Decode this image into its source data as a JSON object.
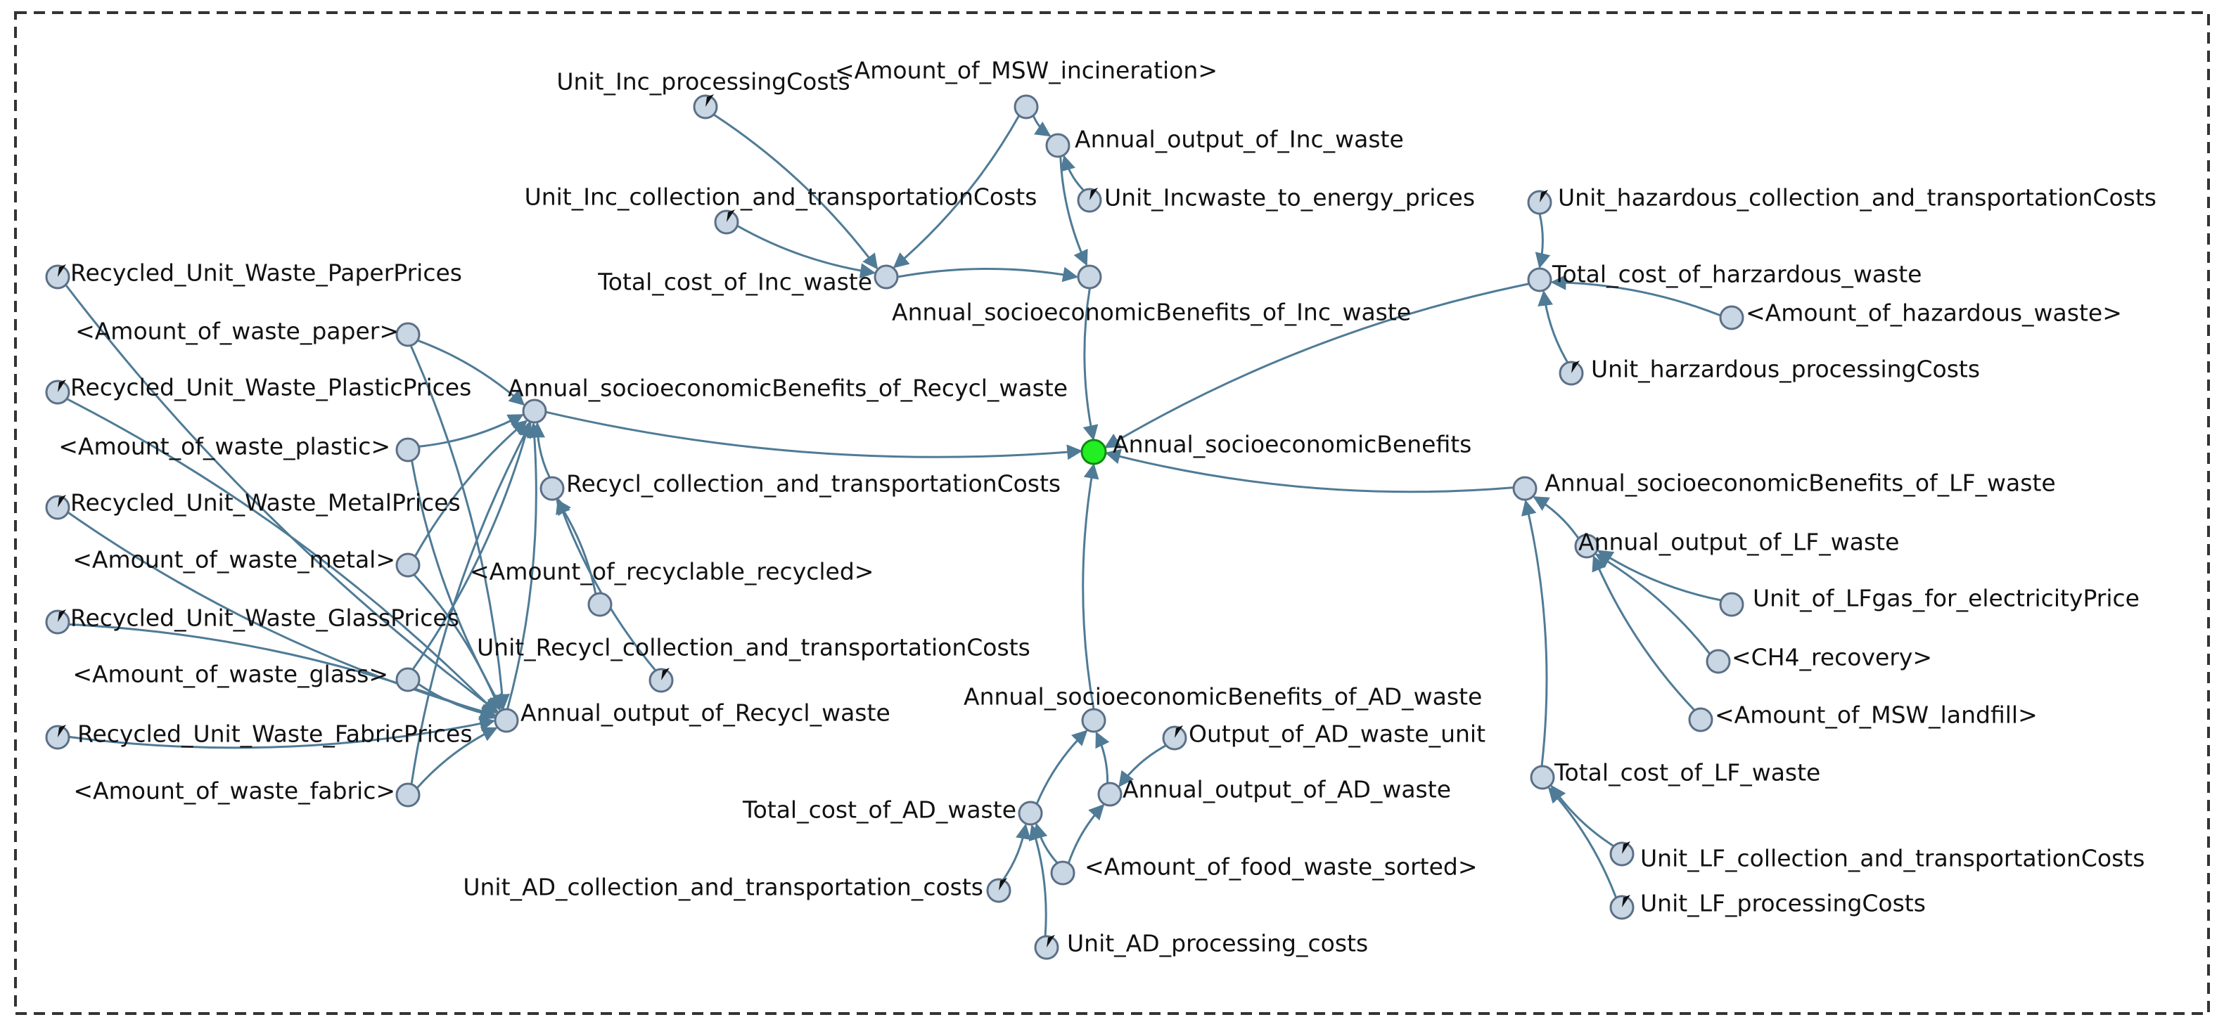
{
  "diagram": {
    "center_node_color": "#22ee22",
    "node_color": "#c9d6e3",
    "node_stroke": "#5b6f86",
    "edge_color": "#4f7b96",
    "nodes": [
      {
        "id": "unit_inc_proc",
        "label": "Unit_Inc_processingCosts",
        "kind": "constant"
      },
      {
        "id": "amt_msw_inc",
        "label": "<Amount_of_MSW_incineration>",
        "kind": "shadow"
      },
      {
        "id": "ann_out_inc",
        "label": "Annual_output_of_Inc_waste",
        "kind": "aux"
      },
      {
        "id": "unit_inc_coll",
        "label": "Unit_Inc_collection_and_transportationCosts",
        "kind": "constant"
      },
      {
        "id": "unit_inc_energy",
        "label": "Unit_Incwaste_to_energy_prices",
        "kind": "constant"
      },
      {
        "id": "total_cost_inc",
        "label": "Total_cost_of_Inc_waste",
        "kind": "aux"
      },
      {
        "id": "ann_ben_inc",
        "label": "Annual_socioeconomicBenefits_of_Inc_waste",
        "kind": "aux"
      },
      {
        "id": "unit_haz_coll",
        "label": "Unit_hazardous_collection_and_transportationCosts",
        "kind": "constant"
      },
      {
        "id": "total_cost_haz",
        "label": "Total_cost_of_harzardous_waste",
        "kind": "aux"
      },
      {
        "id": "amt_haz",
        "label": "<Amount_of_hazardous_waste>",
        "kind": "shadow"
      },
      {
        "id": "unit_haz_proc",
        "label": "Unit_harzardous_processingCosts",
        "kind": "constant"
      },
      {
        "id": "rec_paper_price",
        "label": "Recycled_Unit_Waste_PaperPrices",
        "kind": "constant"
      },
      {
        "id": "amt_paper",
        "label": "<Amount_of_waste_paper>",
        "kind": "shadow"
      },
      {
        "id": "rec_plastic_price",
        "label": "Recycled_Unit_Waste_PlasticPrices",
        "kind": "constant"
      },
      {
        "id": "amt_plastic",
        "label": "<Amount_of_waste_plastic>",
        "kind": "shadow"
      },
      {
        "id": "rec_metal_price",
        "label": "Recycled_Unit_Waste_MetalPrices",
        "kind": "constant"
      },
      {
        "id": "amt_metal",
        "label": "<Amount_of_waste_metal>",
        "kind": "shadow"
      },
      {
        "id": "rec_glass_price",
        "label": "Recycled_Unit_Waste_GlassPrices",
        "kind": "constant"
      },
      {
        "id": "amt_glass",
        "label": "<Amount_of_waste_glass>",
        "kind": "shadow"
      },
      {
        "id": "rec_fabric_price",
        "label": "Recycled_Unit_Waste_FabricPrices",
        "kind": "constant"
      },
      {
        "id": "amt_fabric",
        "label": "<Amount_of_waste_fabric>",
        "kind": "shadow"
      },
      {
        "id": "ann_ben_recycl",
        "label": "Annual_socioeconomicBenefits_of_Recycl_waste",
        "kind": "aux"
      },
      {
        "id": "recycl_coll",
        "label": "Recycl_collection_and_transportationCosts",
        "kind": "aux"
      },
      {
        "id": "amt_recyclable",
        "label": "<Amount_of_recyclable_recycled>",
        "kind": "shadow"
      },
      {
        "id": "unit_recycl_coll",
        "label": "Unit_Recycl_collection_and_transportationCosts",
        "kind": "constant"
      },
      {
        "id": "ann_out_recycl",
        "label": "Annual_output_of_Recycl_waste",
        "kind": "aux"
      },
      {
        "id": "ann_ben",
        "label": "Annual_socioeconomicBenefits",
        "kind": "center"
      },
      {
        "id": "ann_ben_lf",
        "label": "Annual_socioeconomicBenefits_of_LF_waste",
        "kind": "aux"
      },
      {
        "id": "ann_out_lf",
        "label": "Annual_output_of_LF_waste",
        "kind": "aux"
      },
      {
        "id": "unit_lfgas",
        "label": "Unit_of_LFgas_for_electricityPrice",
        "kind": "aux"
      },
      {
        "id": "ch4",
        "label": "<CH4_recovery>",
        "kind": "shadow"
      },
      {
        "id": "amt_msw_lf",
        "label": "<Amount_of_MSW_landfill>",
        "kind": "shadow"
      },
      {
        "id": "total_cost_lf",
        "label": "Total_cost_of_LF_waste",
        "kind": "aux"
      },
      {
        "id": "unit_lf_coll",
        "label": "Unit_LF_collection_and_transportationCosts",
        "kind": "constant"
      },
      {
        "id": "unit_lf_proc",
        "label": "Unit_LF_processingCosts",
        "kind": "constant"
      },
      {
        "id": "ann_ben_ad",
        "label": "Annual_socioeconomicBenefits_of_AD_waste",
        "kind": "aux"
      },
      {
        "id": "out_ad_unit",
        "label": "Output_of_AD_waste_unit",
        "kind": "constant"
      },
      {
        "id": "ann_out_ad",
        "label": "Annual_output_of_AD_waste",
        "kind": "aux"
      },
      {
        "id": "total_cost_ad",
        "label": "Total_cost_of_AD_waste",
        "kind": "aux"
      },
      {
        "id": "amt_food",
        "label": "<Amount_of_food_waste_sorted>",
        "kind": "shadow"
      },
      {
        "id": "unit_ad_coll",
        "label": "Unit_AD_collection_and_transportation_costs",
        "kind": "constant"
      },
      {
        "id": "unit_ad_proc",
        "label": "Unit_AD_processing_costs",
        "kind": "constant"
      }
    ],
    "edges": [
      [
        "unit_inc_proc",
        "total_cost_inc"
      ],
      [
        "unit_inc_coll",
        "total_cost_inc"
      ],
      [
        "amt_msw_inc",
        "total_cost_inc"
      ],
      [
        "amt_msw_inc",
        "ann_out_inc"
      ],
      [
        "unit_inc_energy",
        "ann_out_inc"
      ],
      [
        "ann_out_inc",
        "ann_ben_inc"
      ],
      [
        "total_cost_inc",
        "ann_ben_inc"
      ],
      [
        "ann_ben_inc",
        "ann_ben"
      ],
      [
        "unit_haz_coll",
        "total_cost_haz"
      ],
      [
        "amt_haz",
        "total_cost_haz"
      ],
      [
        "unit_haz_proc",
        "total_cost_haz"
      ],
      [
        "total_cost_haz",
        "ann_ben"
      ],
      [
        "amt_paper",
        "ann_ben_recycl"
      ],
      [
        "amt_plastic",
        "ann_ben_recycl"
      ],
      [
        "amt_metal",
        "ann_ben_recycl"
      ],
      [
        "amt_glass",
        "ann_ben_recycl"
      ],
      [
        "amt_fabric",
        "ann_ben_recycl"
      ],
      [
        "rec_paper_price",
        "ann_out_recycl"
      ],
      [
        "rec_plastic_price",
        "ann_out_recycl"
      ],
      [
        "rec_metal_price",
        "ann_out_recycl"
      ],
      [
        "rec_glass_price",
        "ann_out_recycl"
      ],
      [
        "rec_fabric_price",
        "ann_out_recycl"
      ],
      [
        "amt_paper",
        "ann_out_recycl"
      ],
      [
        "amt_plastic",
        "ann_out_recycl"
      ],
      [
        "amt_metal",
        "ann_out_recycl"
      ],
      [
        "amt_glass",
        "ann_out_recycl"
      ],
      [
        "amt_fabric",
        "ann_out_recycl"
      ],
      [
        "ann_out_recycl",
        "ann_ben_recycl"
      ],
      [
        "recycl_coll",
        "ann_ben_recycl"
      ],
      [
        "amt_recyclable",
        "recycl_coll"
      ],
      [
        "unit_recycl_coll",
        "recycl_coll"
      ],
      [
        "ann_ben_recycl",
        "ann_ben"
      ],
      [
        "ann_ben_lf",
        "ann_ben"
      ],
      [
        "ann_out_lf",
        "ann_ben_lf"
      ],
      [
        "unit_lfgas",
        "ann_out_lf"
      ],
      [
        "ch4",
        "ann_out_lf"
      ],
      [
        "amt_msw_lf",
        "ann_out_lf"
      ],
      [
        "total_cost_lf",
        "ann_ben_lf"
      ],
      [
        "unit_lf_coll",
        "total_cost_lf"
      ],
      [
        "unit_lf_proc",
        "total_cost_lf"
      ],
      [
        "ann_ben_ad",
        "ann_ben"
      ],
      [
        "out_ad_unit",
        "ann_out_ad"
      ],
      [
        "amt_food",
        "ann_out_ad"
      ],
      [
        "ann_out_ad",
        "ann_ben_ad"
      ],
      [
        "total_cost_ad",
        "ann_ben_ad"
      ],
      [
        "unit_ad_coll",
        "total_cost_ad"
      ],
      [
        "amt_food",
        "total_cost_ad"
      ],
      [
        "unit_ad_proc",
        "total_cost_ad"
      ]
    ]
  }
}
